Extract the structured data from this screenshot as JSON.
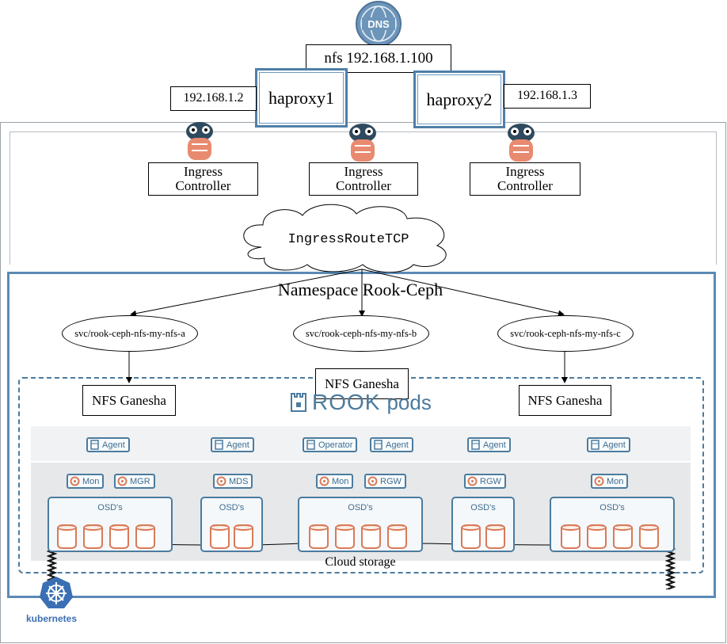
{
  "dns": {
    "label": "DNS"
  },
  "nfs_address": "nfs 192.168.1.100",
  "haproxy": [
    {
      "name": "haproxy1",
      "ip": "192.168.1.2"
    },
    {
      "name": "haproxy2",
      "ip": "192.168.1.3"
    }
  ],
  "ingress_controllers": [
    "Ingress\nController",
    "Ingress\nController",
    "Ingress\nController"
  ],
  "ingress_route": "IngressRouteTCP",
  "namespace": "Namespace Rook-Ceph",
  "services": [
    "svc/rook-ceph-nfs-my-nfs-a",
    "svc/rook-ceph-nfs-my-nfs-b",
    "svc/rook-ceph-nfs-my-nfs-c"
  ],
  "nfs_ganesha": [
    "NFS Ganesha",
    "NFS Ganesha",
    "NFS Ganesha"
  ],
  "rook": {
    "logo_text": "ROOK",
    "suffix": "pods"
  },
  "agents": {
    "col1": [
      "Agent"
    ],
    "col2": [
      "Agent"
    ],
    "col3": [
      "Operator",
      "Agent"
    ],
    "col4": [
      "Agent"
    ],
    "col5": [
      "Agent"
    ]
  },
  "daemons": {
    "col1": [
      "Mon",
      "MGR"
    ],
    "col2": [
      "MDS"
    ],
    "col3": [
      "Mon",
      "RGW"
    ],
    "col4": [
      "RGW"
    ],
    "col5": [
      "Mon"
    ]
  },
  "osd_label": "OSD's",
  "cloud_storage": "Cloud storage",
  "kubernetes": "kubernetes",
  "colors": {
    "rook_blue": "#4b7b9f",
    "disk_orange": "#d97a58",
    "frame_blue": "#5a8ab5"
  }
}
